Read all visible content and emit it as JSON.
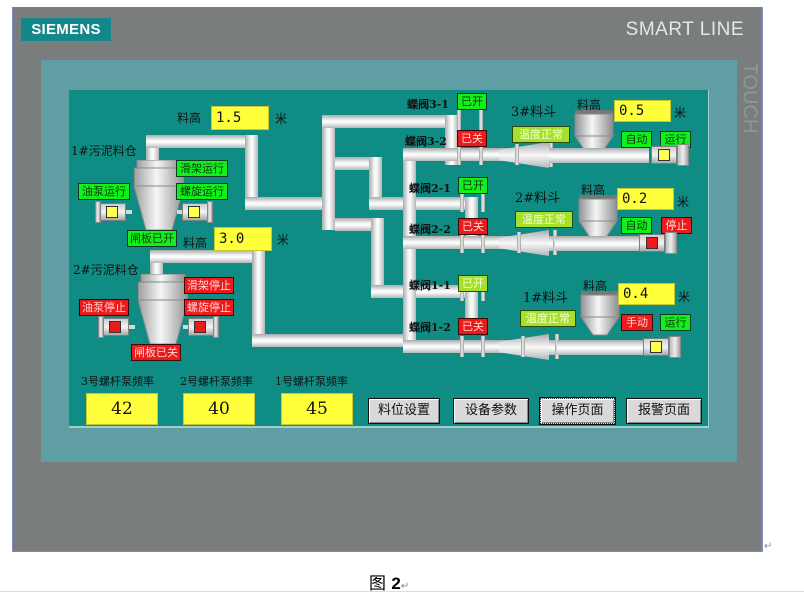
{
  "device": {
    "brand": "SIEMENS",
    "model": "SMART LINE",
    "side_label": "TOUCH"
  },
  "silos": [
    {
      "name": "1#污泥料仓",
      "level_label": "料高",
      "level_value": "1.5",
      "level_unit": "米",
      "slide_frame": {
        "text": "滑架运行",
        "state": "green"
      },
      "screw": {
        "text": "螺旋运行",
        "state": "green"
      },
      "oil_pump": {
        "text": "油泵运行",
        "state": "green"
      },
      "gate": {
        "text": "闸板已开",
        "state": "green"
      },
      "motor_left": "yellow",
      "motor_right": "yellow"
    },
    {
      "name": "2#污泥料仓",
      "level_label": "料高",
      "level_value": "3.0",
      "level_unit": "米",
      "slide_frame": {
        "text": "滑架停止",
        "state": "red"
      },
      "screw": {
        "text": "螺旋停止",
        "state": "red"
      },
      "oil_pump": {
        "text": "油泵停止",
        "state": "red"
      },
      "gate": {
        "text": "闸板已关",
        "state": "red"
      },
      "motor_left": "red",
      "motor_right": "red"
    }
  ],
  "valves": [
    {
      "name": "蝶阀3-1",
      "status": "已开",
      "state": "green"
    },
    {
      "name": "蝶阀3-2",
      "status": "已关",
      "state": "red"
    },
    {
      "name": "蝶阀2-1",
      "status": "已开",
      "state": "green"
    },
    {
      "name": "蝶阀2-2",
      "status": "已关",
      "state": "red"
    },
    {
      "name": "蝶阀1-1",
      "status": "已开",
      "state": "olive"
    },
    {
      "name": "蝶阀1-2",
      "status": "已关",
      "state": "red"
    }
  ],
  "hoppers": [
    {
      "name": "3#料斗",
      "level_label": "料高",
      "level_value": "0.5",
      "level_unit": "米",
      "temp": "温度正常",
      "mode": {
        "text": "自动",
        "state": "green"
      },
      "run": {
        "text": "运行",
        "state": "green"
      },
      "motor": "yellow"
    },
    {
      "name": "2#料斗",
      "level_label": "料高",
      "level_value": "0.2",
      "level_unit": "米",
      "temp": "温度正常",
      "mode": {
        "text": "自动",
        "state": "green"
      },
      "run": {
        "text": "停止",
        "state": "red"
      },
      "motor": "red"
    },
    {
      "name": "1#料斗",
      "level_label": "料高",
      "level_value": "0.4",
      "level_unit": "米",
      "temp": "温度正常",
      "mode": {
        "text": "手动",
        "state": "red"
      },
      "run": {
        "text": "运行",
        "state": "green"
      },
      "motor": "yellow"
    }
  ],
  "pump_freqs": [
    {
      "label": "3号螺杆泵频率",
      "value": "42"
    },
    {
      "label": "2号螺杆泵频率",
      "value": "40"
    },
    {
      "label": "1号螺杆泵频率",
      "value": "45"
    }
  ],
  "nav_buttons": [
    {
      "label": "料位设置",
      "active": false
    },
    {
      "label": "设备参数",
      "active": false
    },
    {
      "label": "操作页面",
      "active": true
    },
    {
      "label": "报警页面",
      "active": false
    }
  ],
  "caption": {
    "prefix": "图",
    "number": "2"
  }
}
